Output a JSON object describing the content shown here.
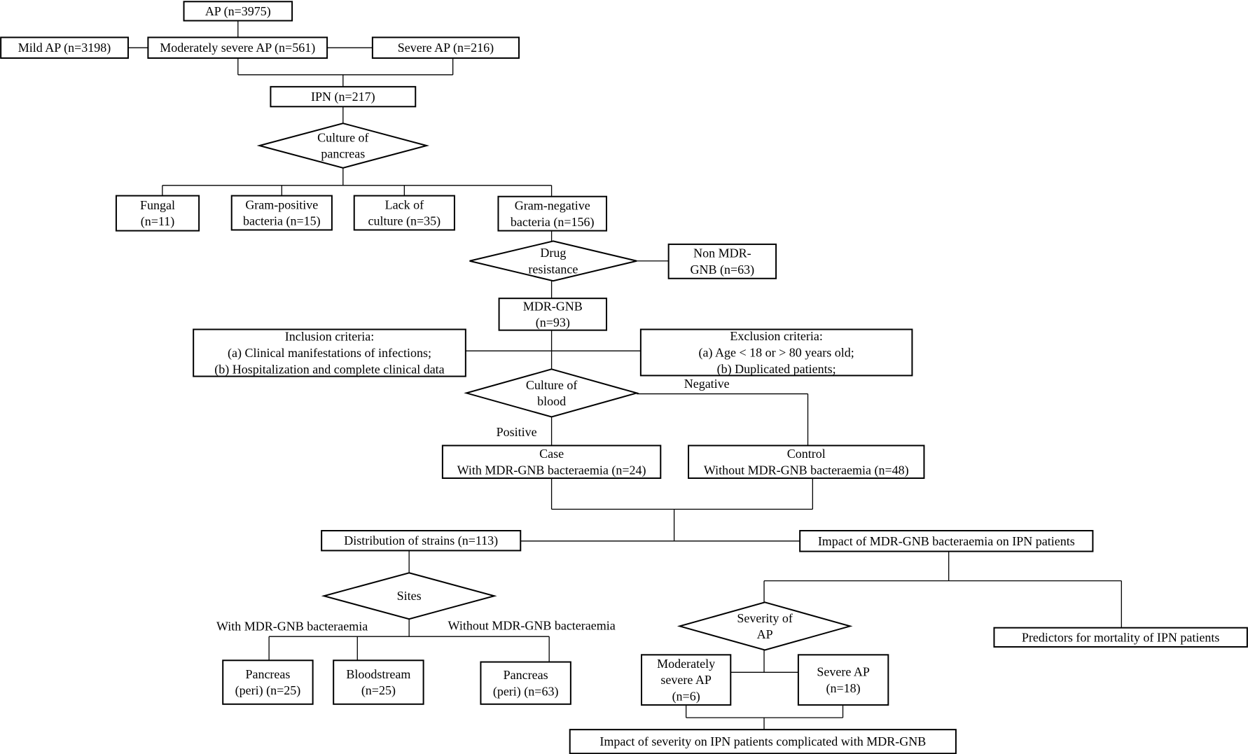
{
  "nodes": {
    "ap": [
      "AP (n=3975)"
    ],
    "mild": [
      "Mild AP (n=3198)"
    ],
    "modsev": [
      "Moderately severe AP (n=561)"
    ],
    "severe": [
      "Severe AP (n=216)"
    ],
    "ipn": [
      "IPN (n=217)"
    ],
    "culture_pancreas": [
      "Culture of",
      "pancreas"
    ],
    "fungal": [
      "Fungal",
      "(n=11)"
    ],
    "gram_pos": [
      "Gram-positive",
      "bacteria (n=15)"
    ],
    "lack": [
      "Lack of",
      "culture (n=35)"
    ],
    "gram_neg": [
      "Gram-negative",
      "bacteria (n=156)"
    ],
    "drug_res": [
      "Drug",
      "resistance"
    ],
    "non_mdr": [
      "Non MDR-",
      "GNB (n=63)"
    ],
    "mdr": [
      "MDR-GNB",
      "(n=93)"
    ],
    "inclusion": [
      "Inclusion criteria:",
      "(a) Clinical manifestations of infections;",
      "(b) Hospitalization and complete clinical data"
    ],
    "exclusion": [
      "Exclusion criteria:",
      "(a) Age < 18 or > 80 years old;",
      "(b) Duplicated patients;"
    ],
    "culture_blood": [
      "Culture of",
      "blood"
    ],
    "case": [
      "Case",
      "With MDR-GNB bacteraemia (n=24)"
    ],
    "control": [
      "Control",
      "Without MDR-GNB bacteraemia (n=48)"
    ],
    "distribution": [
      "Distribution of strains (n=113)"
    ],
    "impact": [
      "Impact of MDR-GNB bacteraemia on IPN patients"
    ],
    "sites": [
      "Sites"
    ],
    "pancreas_with": [
      "Pancreas",
      "(peri) (n=25)"
    ],
    "bloodstream": [
      "Bloodstream",
      "(n=25)"
    ],
    "pancreas_without": [
      "Pancreas",
      "(peri) (n=63)"
    ],
    "severity": [
      "Severity of",
      "AP"
    ],
    "predictors": [
      "Predictors for mortality of IPN patients"
    ],
    "mod_sev_ap": [
      "Moderately",
      "severe AP",
      "(n=6)"
    ],
    "sev_ap": [
      "Severe AP",
      "(n=18)"
    ],
    "impact_severity": [
      "Impact of severity on IPN patients complicated with MDR-GNB"
    ]
  },
  "edge_labels": {
    "negative": "Negative",
    "positive": "Positive",
    "with_mdr": "With MDR-GNB bacteraemia",
    "without_mdr": "Without MDR-GNB bacteraemia"
  }
}
